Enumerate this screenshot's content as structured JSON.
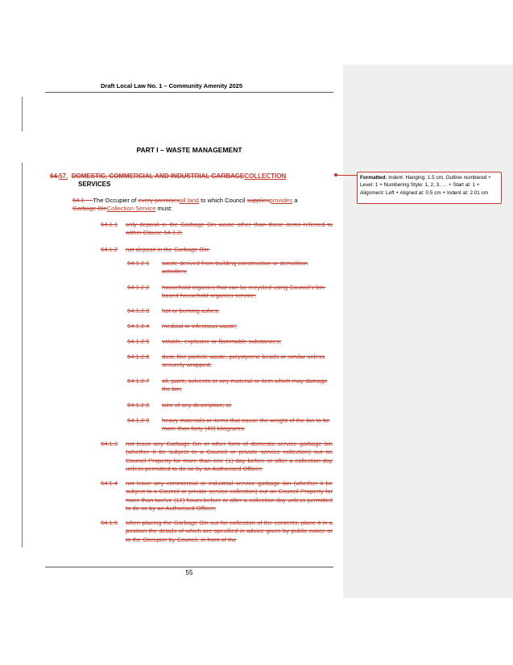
{
  "header": "Draft Local Law No. 1 – Community Amenity 2025",
  "part_title": "PART I – WASTE MANAGEMENT",
  "clause64": {
    "num_old": "64.",
    "num_new": "57.",
    "title_deleted": "DOMESTIC, COMMERCIAL AND INDUSTRIAL GARBAGE",
    "title_inserted": "COLLECTION",
    "title_line2": "SERVICES"
  },
  "sub641": {
    "num": "64.1",
    "t1": "The Occupier of ",
    "t2_del": "every premises",
    "t3_ins": "all land",
    "t4": " to which Council ",
    "t5_del": "supplies",
    "t6_ins": "provides",
    "t7": " a",
    "t8_del": "Garbage Bin",
    "t9_ins": "Collection Service",
    "t10": " must:"
  },
  "items": [
    {
      "num": "64.1.1",
      "text": "only deposit in the Garbage Bin waste other than those items referred to within Clause 64.1.2;"
    },
    {
      "num": "64.1.2",
      "text": "not deposit in the Garbage Bin:"
    },
    {
      "num": "64.1.2.1",
      "text": "waste derived from building construction or demolition activities;"
    },
    {
      "num": "64.1.2.2",
      "text": "household organics that can be recycled using Council's bin-based household organics service;"
    },
    {
      "num": "64.1.2.3",
      "text": "hot or burning ashes;"
    },
    {
      "num": "64.1.2.4",
      "text": "medical or infectious waste;"
    },
    {
      "num": "64.1.2.5",
      "text": "volatile, explosive or flammable substances;"
    },
    {
      "num": "64.1.2.6",
      "text": "dust, fine particle waste, polystyrene beads or similar unless securely wrapped;"
    },
    {
      "num": "64.1.2.7",
      "text": "oil, paint, solvents or any material or item which may damage the bin;"
    },
    {
      "num": "64.1.2.8",
      "text": "wire of any description; or"
    },
    {
      "num": "64.1.2.9",
      "text": "heavy materials or items that cause the weight of the bin to be more than forty (40) kilograms."
    },
    {
      "num": "64.1.3",
      "text": "not leave any Garbage Bin or other form of domestic service garbage bin (whether it be subject to a Council or private service collection) out on Council Property for more than one (1) day before or after a collection day unless permitted to do so by an Authorised Officer;"
    },
    {
      "num": "64.1.4",
      "text": "not leave any commercial or industrial service garbage bin (whether it be subject to a Council or private service collection) out on Council Property for more than twelve (12) hours before or after a collection day unless permitted to do so by an Authorised Officer;"
    },
    {
      "num": "64.1.5",
      "text": "when placing the Garbage Bin out for collection of the contents, place it in a position the details of which are specified in advice given by public notice or to the Occupier by Council, in front of the"
    }
  ],
  "page_number": "55",
  "comment": {
    "label": "Formatted:",
    "text": " Indent: Hanging:  1.5 cm, Outline numbered + Level: 1 + Numbering Style: 1, 2, 3, … + Start at: 1 + Alignment: Left + Aligned at:  0.5 cm + Indent at:  2.01 cm"
  }
}
